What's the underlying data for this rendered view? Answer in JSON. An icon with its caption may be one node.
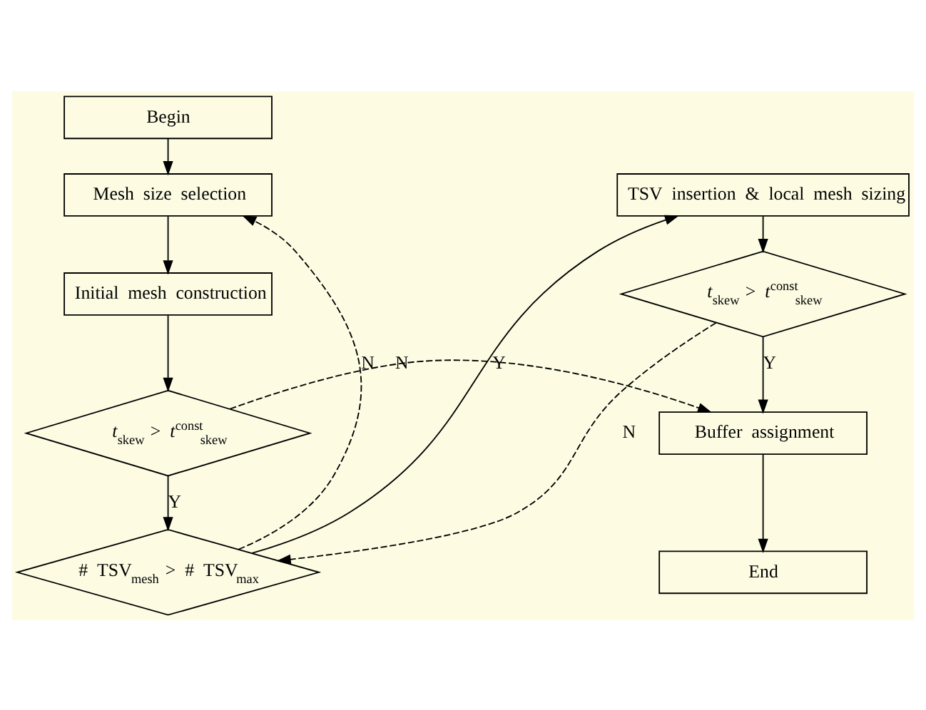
{
  "diagram": {
    "nodes": [
      {
        "text": [
          "Begin"
        ]
      },
      {
        "text": [
          "Mesh size selection"
        ]
      },
      {
        "text": [
          "Initial mesh construction"
        ]
      },
      {
        "text": [
          "*t*$_{skew}$ > *t*$^{const}$$_{skew}$"
        ]
      },
      {
        "text": [
          "# TSV$_{mesh}$ > # TSV$_{max}$"
        ]
      },
      {
        "text": [
          "TSV insertion & local mesh sizing"
        ]
      },
      {
        "text": [
          "*t*$_{skew}$ > *t*$^{const}$$_{skew}$"
        ]
      },
      {
        "text": [
          "Buffer assignment"
        ]
      },
      {
        "text": [
          "End"
        ]
      }
    ],
    "edges": [
      {
        "from": 0,
        "to": 1,
        "arrow": "to"
      },
      {
        "from": 1,
        "to": 2,
        "arrow": "to"
      },
      {
        "from": 2,
        "to": 3,
        "arrow": "to"
      },
      {
        "from": 3,
        "to": 4,
        "arrow": "to",
        "label": "Y"
      },
      {
        "from": 3,
        "to": 7,
        "arrow": "to",
        "label": "N",
        "style": "dashed"
      },
      {
        "from": 4,
        "to": 1,
        "arrow": "to",
        "label": "N",
        "style": "dashed"
      },
      {
        "from": 4,
        "to": 5,
        "arrow": "to",
        "label": "Y"
      },
      {
        "from": 5,
        "to": 6,
        "arrow": "to"
      },
      {
        "from": 6,
        "to": 7,
        "arrow": "to",
        "label": "Y"
      },
      {
        "from": 6,
        "to": 4,
        "arrow": "to",
        "label": "N",
        "style": "dashed"
      },
      {
        "from": 7,
        "to": 8,
        "arrow": "to"
      }
    ]
  }
}
